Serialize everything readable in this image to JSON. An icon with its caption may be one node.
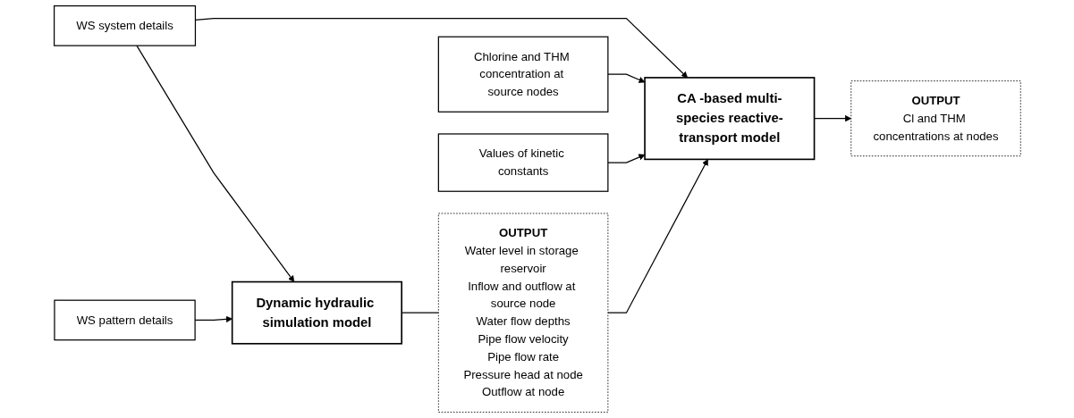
{
  "diagram": {
    "nodes": [
      {
        "text": [
          "WS system details"
        ]
      },
      {
        "text": [
          "Chlorine and THM concentration at source nodes"
        ]
      },
      {
        "text": [
          "Values of kinetic constants"
        ]
      },
      {
        "text": [
          "WS pattern details"
        ]
      },
      {
        "text": [
          "Dynamic hydraulic simulation model"
        ]
      },
      {
        "text": [
          "OUTPUT",
          "Water level in storage reservoir",
          "Inflow and outflow at source node",
          "Water flow depths",
          "Pipe flow velocity",
          "Pipe flow rate",
          "Pressure head at node",
          "Outflow at node"
        ]
      },
      {
        "text": [
          "CA -based multi-species reactive-transport model"
        ]
      },
      {
        "text": [
          "OUTPUT",
          "Cl and THM concentrations at nodes"
        ]
      }
    ],
    "edges": [
      {
        "from": 0,
        "to": 4,
        "arrow": "to"
      },
      {
        "from": 0,
        "to": 6,
        "arrow": "to"
      },
      {
        "from": 1,
        "to": 6,
        "arrow": "to"
      },
      {
        "from": 2,
        "to": 6,
        "arrow": "to"
      },
      {
        "from": 3,
        "to": 4,
        "arrow": "to"
      },
      {
        "from": 4,
        "to": 5,
        "arrow": "none"
      },
      {
        "from": 5,
        "to": 6,
        "arrow": "to"
      },
      {
        "from": 6,
        "to": 7,
        "arrow": "to"
      }
    ]
  }
}
